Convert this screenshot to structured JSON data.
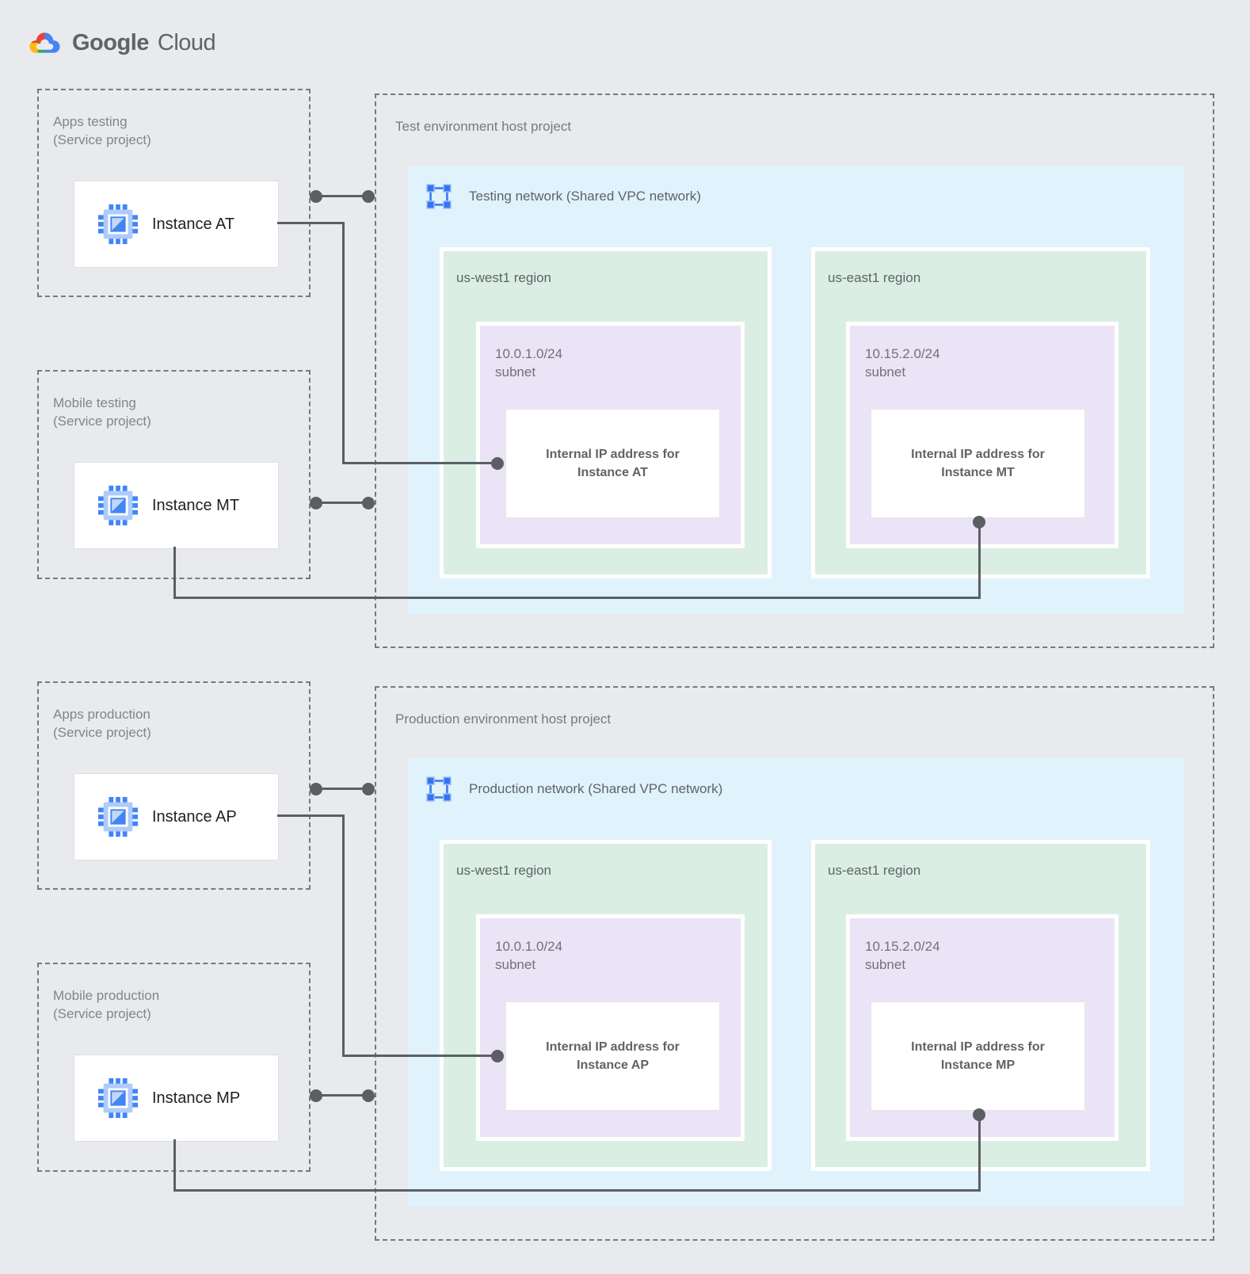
{
  "brand": {
    "google": "Google",
    "cloud": "Cloud"
  },
  "colors": {
    "background": "#e8eaed",
    "network_box": "#e0f2fc",
    "region_box": "#dbeee4",
    "subnet_box": "#ebe4f6",
    "connector": "#5b5f64",
    "accent_blue": "#4285f4",
    "logo_red": "#ea4335",
    "logo_yellow": "#fbbc05",
    "logo_green": "#34a853"
  },
  "sections": [
    {
      "service_projects": [
        {
          "line1": "Apps testing",
          "line2": "(Service project)",
          "instance_label": "Instance AT"
        },
        {
          "line1": "Mobile testing",
          "line2": "(Service project)",
          "instance_label": "Instance MT"
        }
      ],
      "host": {
        "title": "Test environment host project",
        "network_label": "Testing network (Shared VPC network)",
        "regions": [
          {
            "name": "us-west1 region",
            "cidr": "10.0.1.0/24",
            "subnet_word": "subnet",
            "ip_line1": "Internal IP address for",
            "ip_line2": "Instance AT"
          },
          {
            "name": "us-east1 region",
            "cidr": "10.15.2.0/24",
            "subnet_word": "subnet",
            "ip_line1": "Internal IP address for",
            "ip_line2": "Instance MT"
          }
        ]
      }
    },
    {
      "service_projects": [
        {
          "line1": "Apps production",
          "line2": "(Service project)",
          "instance_label": "Instance AP"
        },
        {
          "line1": "Mobile production",
          "line2": "(Service project)",
          "instance_label": "Instance MP"
        }
      ],
      "host": {
        "title": "Production environment host project",
        "network_label": "Production network (Shared VPC network)",
        "regions": [
          {
            "name": "us-west1 region",
            "cidr": "10.0.1.0/24",
            "subnet_word": "subnet",
            "ip_line1": "Internal IP address for",
            "ip_line2": "Instance AP"
          },
          {
            "name": "us-east1 region",
            "cidr": "10.15.2.0/24",
            "subnet_word": "subnet",
            "ip_line1": "Internal IP address for",
            "ip_line2": "Instance MP"
          }
        ]
      }
    }
  ]
}
